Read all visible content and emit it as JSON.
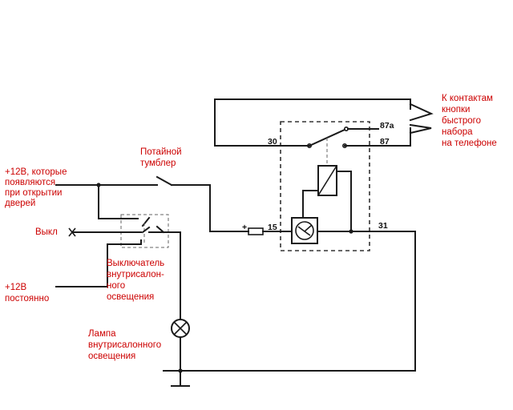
{
  "labels": {
    "contacts_line1": "К контактам",
    "contacts_line2": "кнопки",
    "contacts_line3": "быстрого",
    "contacts_line4": "набора",
    "contacts_line5": "на телефоне",
    "toggle_line1": "Потайной",
    "toggle_line2": "тумблер",
    "door_line1": "+12В, которые",
    "door_line2": "появляются",
    "door_line3": "при открытии",
    "door_line4": "дверей",
    "off": "Выкл",
    "switch_line1": "Выключатель",
    "switch_line2": "внутрисалон-",
    "switch_line3": "ного",
    "switch_line4": "освещения",
    "constant_line1": "+12В",
    "constant_line2": "постоянно",
    "lamp_line1": "Лампа",
    "lamp_line2": "внутрисалонного",
    "lamp_line3": "освещения"
  },
  "pins": {
    "p30": "30",
    "p87a": "87а",
    "p87": "87",
    "p15": "15",
    "p31": "31",
    "plus": "+"
  },
  "colors": {
    "label": "#cc0000",
    "wire": "#1a1a1a"
  }
}
